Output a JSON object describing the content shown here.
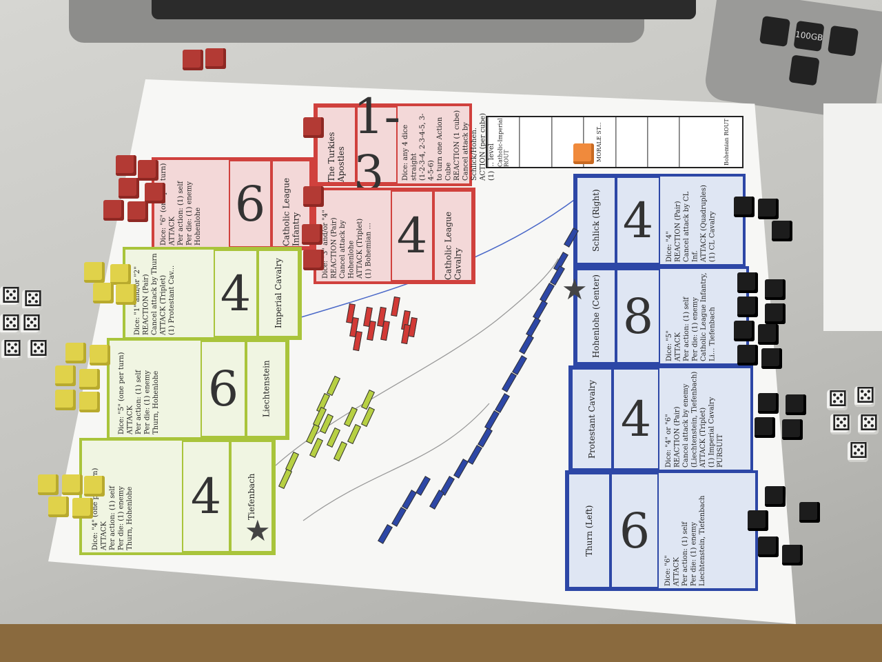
{
  "scene": {
    "description": ""
  },
  "morale_track": {
    "left_label": "Catholic-Imperial ROUT",
    "center_label": "MORALE ST...",
    "right_label": "Bohemian ROUT",
    "marker_color": "#f08a3c"
  },
  "red_cards": [
    {
      "name": "The Turkies Apostles",
      "value": "1-3",
      "rules": "Dice: any 4 dice straight\n(1-2-3-4, 2-3-4-5, 3-4-5-6)\nto turn one Action Cube\nREACTION (1 cube)\nCancel attack by Schlick/Hohen.\nACTION (per cube)\n(1) ... level"
    },
    {
      "name": "Catholic League Infantry",
      "value": "6",
      "rules": "Dice: \"6\" (one per turn)\nATTACK\nPer action: (1) self\nPer die: (1) enemy\nHohenlohe"
    },
    {
      "name": "Catholic League Cavalry",
      "value": "4",
      "rules": "Dice: \"3\" and/or \"4\"\nREACTION (Pair)\nCancel attack by Hohenlohe\nATTACK (Triplet)\n(1) Bohemian ..."
    }
  ],
  "green_cards": [
    {
      "name": "Imperial Cavalry",
      "value": "4",
      "rules": "Dice: \"1\" and/or \"2\"\nREACTION (Pair)\nCancel attack by Thurn\nATTACK (Triplet)\n(1) Protestant Cav..."
    },
    {
      "name": "Liechtenstein",
      "value": "6",
      "rules": "Dice: \"5\" (one per turn)\nATTACK\nPer action: (1) self\nPer die: (1) enemy\nThurn, Hohenlohe"
    },
    {
      "name": "Tiefenbach",
      "value": "4",
      "rules": "Dice: \"4\" (one per turn)\nATTACK\nPer action: (1) self\nPer die: (1) enemy\nThurn, Hohenlohe"
    }
  ],
  "blue_cards": [
    {
      "name": "Schlick (Right)",
      "value": "4",
      "rules": "Dice: \"4\"\nREACTION (Pair)\nCancel attack by CL Inf.\nATTACK (Quadruples)\n(1) CL Cavalry"
    },
    {
      "name": "Hohenlohe (Center)",
      "value": "8",
      "rules": "Dice: \"5\"\nATTACK\nPer action: (1) self\nPer die: (1) enemy\nCatholic League Infantry,\nLi... Tiefenbach"
    },
    {
      "name": "Protestant Cavalry",
      "value": "4",
      "rules": "Dice: \"4\" or \"6\"\nREACTION (Pair)\nCancel attack by enemy\n(Liechtenstein, Tiefenbach)\nATTACK (Triplet)\n(1) Imperial Cavalry\nPURSUIT"
    },
    {
      "name": "Thurn (Left)",
      "value": "6",
      "rules": "Dice: \"6\"\nATTACK\nPer action: (1) self\nPer die: (1) enemy\nLiechtenstein, Tiefenbach"
    }
  ],
  "device_buttons": [
    "100GB",
    "",
    "",
    ""
  ],
  "colors": {
    "red": "#d0413d",
    "green": "#a9c43b",
    "blue": "#2d47a6",
    "paper": "#f7f7f5"
  }
}
